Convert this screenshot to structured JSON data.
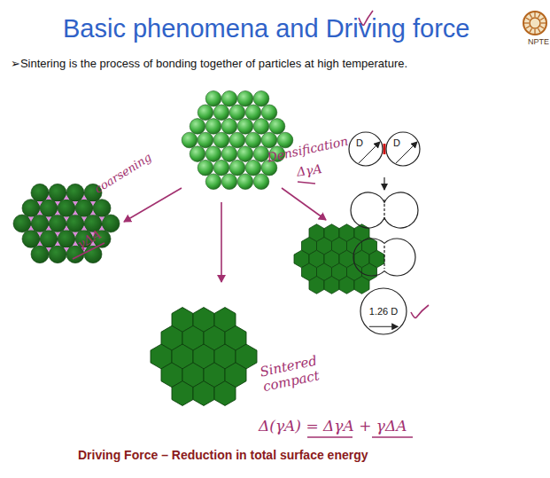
{
  "diagram": {
    "title": "Basic phenomena and Driving force",
    "caption": "Driving Force – Reduction in total surface energy",
    "nodes": [
      {
        "text": [
          "D"
        ]
      },
      {
        "text": [
          "D"
        ]
      },
      {
        "text": [
          "1.26 D"
        ]
      }
    ],
    "labels": [
      "➢Sintering is the process of bonding together of particles at high temperature.",
      "coarsening",
      "γΔA",
      "Densification",
      "ΔγA",
      "Sintered compact",
      "Δ(γA) = ΔγA + γΔA",
      "NPTE"
    ]
  }
}
